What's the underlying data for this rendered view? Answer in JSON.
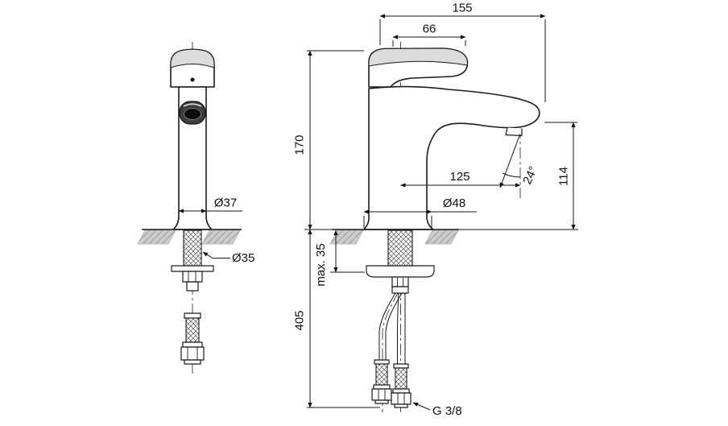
{
  "front_view": {
    "body_diameter": "Ø37",
    "inlet_diameter": "Ø35"
  },
  "side_view": {
    "overall_width": "155",
    "handle_length": "66",
    "body_height": "170",
    "spout_reach": "125",
    "stream_angle": "24°",
    "spout_height": "114",
    "base_diameter": "Ø48",
    "max_mounting_thickness": "max. 35",
    "hose_length": "405",
    "connection_thread": "G 3/8"
  },
  "colors": {
    "line": "#1a1a1a",
    "deck_fill": "#cdcdcd",
    "background": "#ffffff"
  }
}
